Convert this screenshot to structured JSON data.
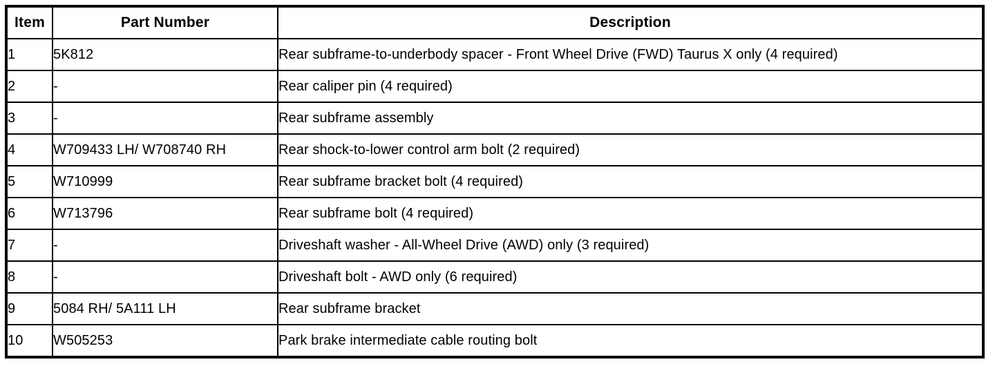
{
  "table": {
    "columns": [
      {
        "key": "item",
        "label": "Item"
      },
      {
        "key": "part_number",
        "label": "Part Number"
      },
      {
        "key": "description",
        "label": "Description"
      }
    ],
    "rows": [
      {
        "item": "1",
        "part_number": "5K812",
        "description": "Rear subframe-to-underbody spacer - Front Wheel Drive (FWD) Taurus X only (4 required)"
      },
      {
        "item": "2",
        "part_number": "-",
        "description": "Rear caliper pin (4 required)"
      },
      {
        "item": "3",
        "part_number": "-",
        "description": "Rear subframe assembly"
      },
      {
        "item": "4",
        "part_number": "W709433 LH/ W708740 RH",
        "description": "Rear shock-to-lower control arm bolt (2 required)"
      },
      {
        "item": "5",
        "part_number": "W710999",
        "description": "Rear subframe bracket bolt (4 required)"
      },
      {
        "item": "6",
        "part_number": "W713796",
        "description": "Rear subframe bolt (4 required)"
      },
      {
        "item": "7",
        "part_number": "-",
        "description": "Driveshaft washer - All-Wheel Drive (AWD) only (3 required)"
      },
      {
        "item": "8",
        "part_number": "-",
        "description": "Driveshaft bolt - AWD only (6 required)"
      },
      {
        "item": "9",
        "part_number": "5084 RH/ 5A111 LH",
        "description": "Rear subframe bracket"
      },
      {
        "item": "10",
        "part_number": "W505253",
        "description": "Park brake intermediate cable routing bolt"
      }
    ]
  },
  "style": {
    "text_color": "#000000",
    "border_color": "#000000",
    "background": "#ffffff"
  }
}
